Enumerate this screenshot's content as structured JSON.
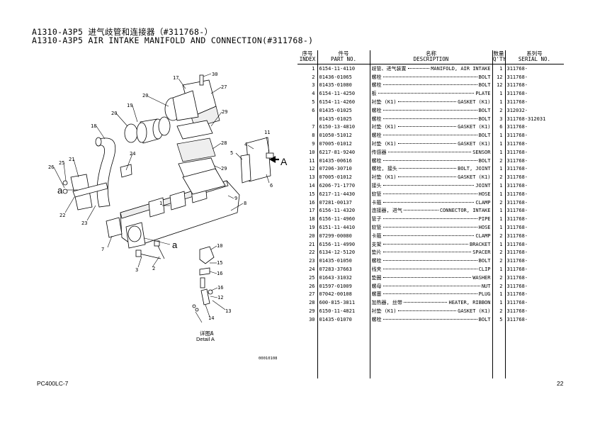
{
  "title_cn": "A1310-A3P5 进气歧管和连接器（#311768-）",
  "title_en": "A1310-A3P5 AIR INTAKE MANIFOLD AND CONNECTION(#311768-)",
  "headers": {
    "index_cn": "序号",
    "index_en": "INDEX",
    "pn_cn": "件号",
    "pn_en": "PART NO.",
    "desc_cn": "名称",
    "desc_en": "DESCRIPTION",
    "qty_cn": "数量",
    "qty_en": "Q'TY",
    "serial_cn": "系列号",
    "serial_en": "SERIAL NO."
  },
  "parts": [
    {
      "index": "1",
      "part_no": "6154-11-4110",
      "desc_cn": "歧管、进气装置",
      "desc_en": "MANIFOLD, AIR INTAKE",
      "qty": "1",
      "serial": "311768-"
    },
    {
      "index": "2",
      "part_no": "01436-01065",
      "desc_cn": "螺栓",
      "desc_en": "BOLT",
      "qty": "12",
      "serial": "311768-"
    },
    {
      "index": "3",
      "part_no": "01435-01080",
      "desc_cn": "螺栓",
      "desc_en": "BOLT",
      "qty": "12",
      "serial": "311768-"
    },
    {
      "index": "4",
      "part_no": "6154-11-4250",
      "desc_cn": "板",
      "desc_en": "PLATE",
      "qty": "1",
      "serial": "311768-"
    },
    {
      "index": "5",
      "part_no": "6154-11-4260",
      "desc_cn": "衬垫 (K1)",
      "desc_en": "GASKET (K1)",
      "qty": "1",
      "serial": "311768-"
    },
    {
      "index": "6",
      "part_no": "01435-01025",
      "desc_cn": "螺栓",
      "desc_en": "BOLT",
      "qty": "2",
      "serial": "312032-"
    },
    {
      "index": "",
      "part_no": "01435-01025",
      "desc_cn": "螺栓",
      "desc_en": "BOLT",
      "qty": "3",
      "serial": "311768-312031"
    },
    {
      "index": "7",
      "part_no": "6150-13-4810",
      "desc_cn": "衬垫 (K1)",
      "desc_en": "GASKET (K1)",
      "qty": "6",
      "serial": "311768-"
    },
    {
      "index": "8",
      "part_no": "01050-51012",
      "desc_cn": "螺栓",
      "desc_en": "BOLT",
      "qty": "1",
      "serial": "311768-"
    },
    {
      "index": "9",
      "part_no": "07005-01012",
      "desc_cn": "衬垫 (K1)",
      "desc_en": "GASKET (K1)",
      "qty": "1",
      "serial": "311768-"
    },
    {
      "index": "10",
      "part_no": "6217-81-9240",
      "desc_cn": "传感器",
      "desc_en": "SENSOR",
      "qty": "1",
      "serial": "311768-"
    },
    {
      "index": "11",
      "part_no": "01435-00616",
      "desc_cn": "螺栓",
      "desc_en": "BOLT",
      "qty": "2",
      "serial": "311768-"
    },
    {
      "index": "12",
      "part_no": "07206-30710",
      "desc_cn": "螺栓, 接头",
      "desc_en": "BOLT, JOINT",
      "qty": "1",
      "serial": "311768-"
    },
    {
      "index": "13",
      "part_no": "07005-01012",
      "desc_cn": "衬垫 (K1)",
      "desc_en": "GASKET (K1)",
      "qty": "2",
      "serial": "311768-"
    },
    {
      "index": "14",
      "part_no": "6206-71-1770",
      "desc_cn": "接头",
      "desc_en": "JOINT",
      "qty": "1",
      "serial": "311768-"
    },
    {
      "index": "15",
      "part_no": "6217-11-4430",
      "desc_cn": "软管",
      "desc_en": "HOSE",
      "qty": "1",
      "serial": "311768-"
    },
    {
      "index": "16",
      "part_no": "07281-00137",
      "desc_cn": "卡箍",
      "desc_en": "CLAMP",
      "qty": "2",
      "serial": "311768-"
    },
    {
      "index": "17",
      "part_no": "6156-11-4320",
      "desc_cn": "连接器, 进气",
      "desc_en": "CONNECTOR, INTAKE",
      "qty": "1",
      "serial": "311768-"
    },
    {
      "index": "18",
      "part_no": "6156-11-4960",
      "desc_cn": "管子",
      "desc_en": "PIPE",
      "qty": "1",
      "serial": "311768-"
    },
    {
      "index": "19",
      "part_no": "6151-11-4410",
      "desc_cn": "软管",
      "desc_en": "HOSE",
      "qty": "1",
      "serial": "311768-"
    },
    {
      "index": "20",
      "part_no": "07299-00080",
      "desc_cn": "卡箍",
      "desc_en": "CLAMP",
      "qty": "2",
      "serial": "311768-"
    },
    {
      "index": "21",
      "part_no": "6156-11-4990",
      "desc_cn": "支架",
      "desc_en": "BRACKET",
      "qty": "1",
      "serial": "311768-"
    },
    {
      "index": "22",
      "part_no": "6134-12-5120",
      "desc_cn": "垫片",
      "desc_en": "SPACER",
      "qty": "2",
      "serial": "311768-"
    },
    {
      "index": "23",
      "part_no": "01435-01050",
      "desc_cn": "螺栓",
      "desc_en": "BOLT",
      "qty": "2",
      "serial": "311768-"
    },
    {
      "index": "24",
      "part_no": "07283-37663",
      "desc_cn": "线夹",
      "desc_en": "CLIP",
      "qty": "1",
      "serial": "311768-"
    },
    {
      "index": "25",
      "part_no": "01643-31032",
      "desc_cn": "垫圈",
      "desc_en": "WASHER",
      "qty": "2",
      "serial": "311768-"
    },
    {
      "index": "26",
      "part_no": "01597-01009",
      "desc_cn": "螺母",
      "desc_en": "NUT",
      "qty": "2",
      "serial": "311768-"
    },
    {
      "index": "27",
      "part_no": "07042-00108",
      "desc_cn": "螺塞",
      "desc_en": "PLUG",
      "qty": "1",
      "serial": "311768-"
    },
    {
      "index": "28",
      "part_no": "600-815-3811",
      "desc_cn": "加热器, 丝带",
      "desc_en": "HEATER, RIBBON",
      "qty": "1",
      "serial": "311768-"
    },
    {
      "index": "29",
      "part_no": "6150-11-4821",
      "desc_cn": "衬垫 (K1)",
      "desc_en": "GASKET (K1)",
      "qty": "2",
      "serial": "311768-"
    },
    {
      "index": "30",
      "part_no": "01435-01070",
      "desc_cn": "螺栓",
      "desc_en": "BOLT",
      "qty": "5",
      "serial": "311768-"
    }
  ],
  "diagram": {
    "callouts": [
      "1",
      "2",
      "3",
      "4",
      "5",
      "6",
      "7",
      "8",
      "9",
      "10",
      "11",
      "12",
      "13",
      "14",
      "15",
      "16",
      "16",
      "17",
      "18",
      "19",
      "20",
      "20",
      "21",
      "22",
      "23",
      "24",
      "25",
      "26",
      "27",
      "28",
      "29",
      "29",
      "30"
    ],
    "view_label_a": "a",
    "view_label_a2": "a",
    "arrow_label": "A",
    "detail_cn": "详图A",
    "detail_en": "Detail A",
    "ref_code": "00010108"
  },
  "footer": {
    "model": "PC400LC-7",
    "page": "22"
  }
}
